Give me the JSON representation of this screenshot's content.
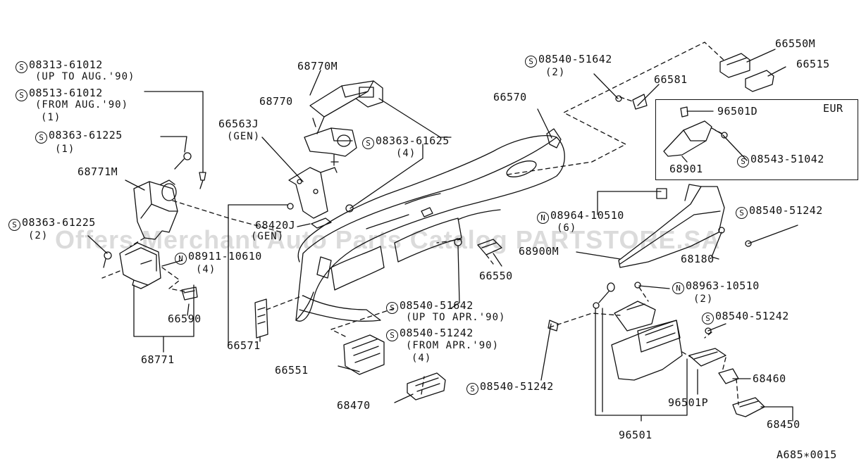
{
  "diagram": {
    "region_code": "EUR",
    "figure_code": "A685∗0015",
    "watermark": "Offers Merchant Auto Parts Catalog PARTSTORE.SA"
  },
  "labels": {
    "p08313_61012": "08313-61012",
    "up_to_aug90": "(UP TO AUG.'90)",
    "p08513_61012": "08513-61012",
    "from_aug90": "(FROM AUG.'90)",
    "qty1a": "(1)",
    "p08363_61225a": "08363-61225",
    "qty1b": "(1)",
    "p68771m": "68771M",
    "p08363_61225b": "08363-61225",
    "qty2a": "(2)",
    "p68770m": "68770M",
    "p68770": "68770",
    "p66563j": "66563J",
    "gen": "(GEN)",
    "p08363_61625": "08363-61625",
    "qty4a": "(4)",
    "p68420j": "68420J",
    "gen2": "(GEN)",
    "p08911_10610": "08911-10610",
    "qty4b": "(4)",
    "p66590": "66590",
    "p68771": "68771",
    "p66571": "66571",
    "p66551": "66551",
    "p68470": "68470",
    "p66570": "66570",
    "p66550": "66550",
    "p08540_51642a": "08540-51642",
    "qty2b": "(2)",
    "p66581": "66581",
    "p66550m": "66550M",
    "p66515": "66515",
    "p96501d": "96501D",
    "p68901": "68901",
    "p08543_51042": "08543-51042",
    "p08964_10510": "08964-10510",
    "qty6": "(6)",
    "p68900m": "68900M",
    "p08540_51242a": "08540-51242",
    "p68180": "68180",
    "p08540_51642b": "08540-51642",
    "up_to_apr90": "(UP TO APR.'90)",
    "p08540_51242b": "08540-51242",
    "from_apr90": "(FROM APR.'90)",
    "qty4c": "(4)",
    "p08963_10510": "08963-10510",
    "qty2c": "(2)",
    "p08540_51242c": "08540-51242",
    "p08540_51242d": "08540-51242",
    "p68460": "68460",
    "p96501p": "96501P",
    "p68450": "68450",
    "p96501": "96501"
  },
  "symbols": {
    "s": "S",
    "n": "N"
  }
}
